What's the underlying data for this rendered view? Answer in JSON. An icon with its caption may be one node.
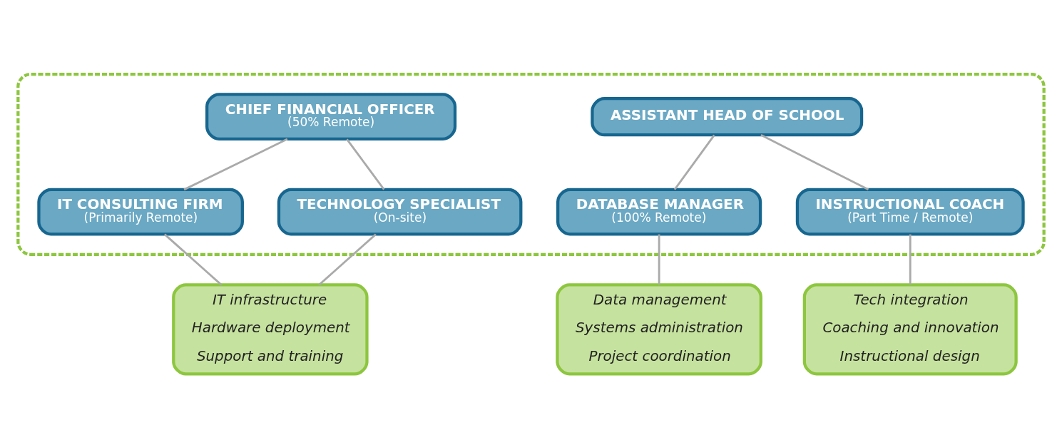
{
  "diagram": {
    "nodes": [
      {
        "text": [],
        "shape": "box"
      },
      {
        "text": [
          "CHIEF FINANCIAL OFFICER",
          "(50% Remote)"
        ],
        "in": 0
      },
      {
        "text": [
          "ASSISTANT HEAD OF SCHOOL"
        ],
        "in": 0
      },
      {
        "text": [
          "IT CONSULTING FIRM",
          "(Primarily Remote)"
        ],
        "in": 0
      },
      {
        "text": [
          "TECHNOLOGY SPECIALIST",
          "(On-site)"
        ],
        "in": 0
      },
      {
        "text": [
          "DATABASE MANAGER",
          "(100% Remote)"
        ],
        "in": 0
      },
      {
        "text": [
          "INSTRUCTIONAL COACH",
          "(Part Time / Remote)"
        ],
        "in": 0
      },
      {
        "text": [
          "IT infrastructure",
          "Hardware deployment",
          "Support and training"
        ]
      },
      {
        "text": [
          "Data management",
          "Systems administration",
          "Project coordination"
        ]
      },
      {
        "text": [
          "Tech integration",
          "Coaching and innovation",
          "Instructional design"
        ]
      }
    ],
    "edges": [
      {
        "from": 1,
        "to": 3,
        "arrow": "none"
      },
      {
        "from": 1,
        "to": 4,
        "arrow": "none"
      },
      {
        "from": 2,
        "to": 5,
        "arrow": "none"
      },
      {
        "from": 2,
        "to": 6,
        "arrow": "none"
      },
      {
        "from": 3,
        "to": 7,
        "arrow": "none"
      },
      {
        "from": 4,
        "to": 7,
        "arrow": "none"
      },
      {
        "from": 5,
        "to": 8,
        "arrow": "none"
      },
      {
        "from": 6,
        "to": 9,
        "arrow": "none"
      }
    ]
  }
}
